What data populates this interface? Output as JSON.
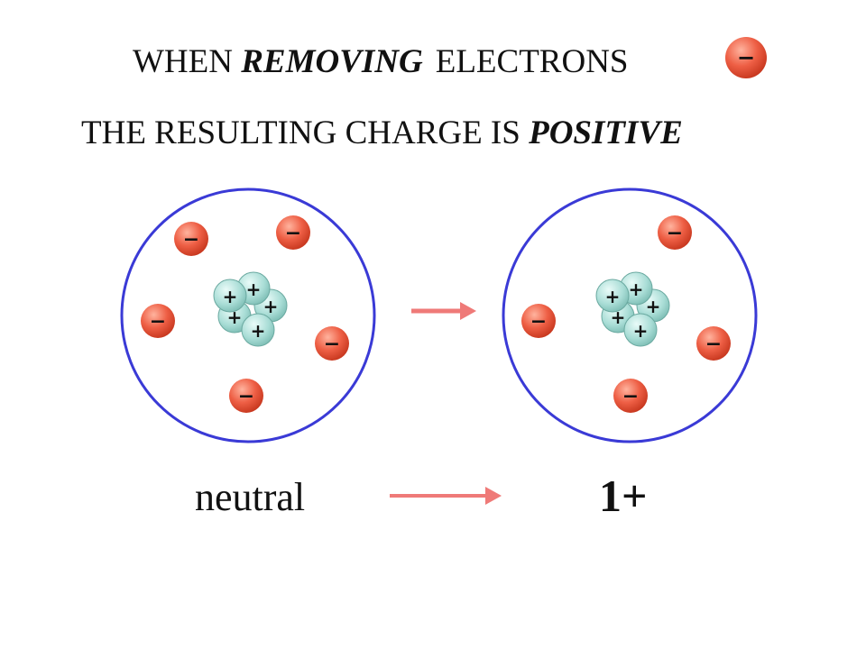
{
  "heading": {
    "line1_prefix": "WHEN",
    "line1_emphasis": "REMOVING",
    "line1_suffix": "ELECTRONS",
    "line2_prefix": "THE RESULTING CHARGE IS",
    "line2_emphasis": "POSITIVE"
  },
  "symbols": {
    "electron": "−",
    "proton": "+"
  },
  "labels": {
    "before": "neutral",
    "after": "1+"
  },
  "atoms": {
    "before": {
      "electrons": 5,
      "protons": 5
    },
    "after": {
      "electrons": 4,
      "protons": 5
    }
  },
  "colors": {
    "shell": "#3a3ad6",
    "electron": "#e9553e",
    "proton": "#a6ddd6",
    "arrow": "#ef7a78"
  }
}
